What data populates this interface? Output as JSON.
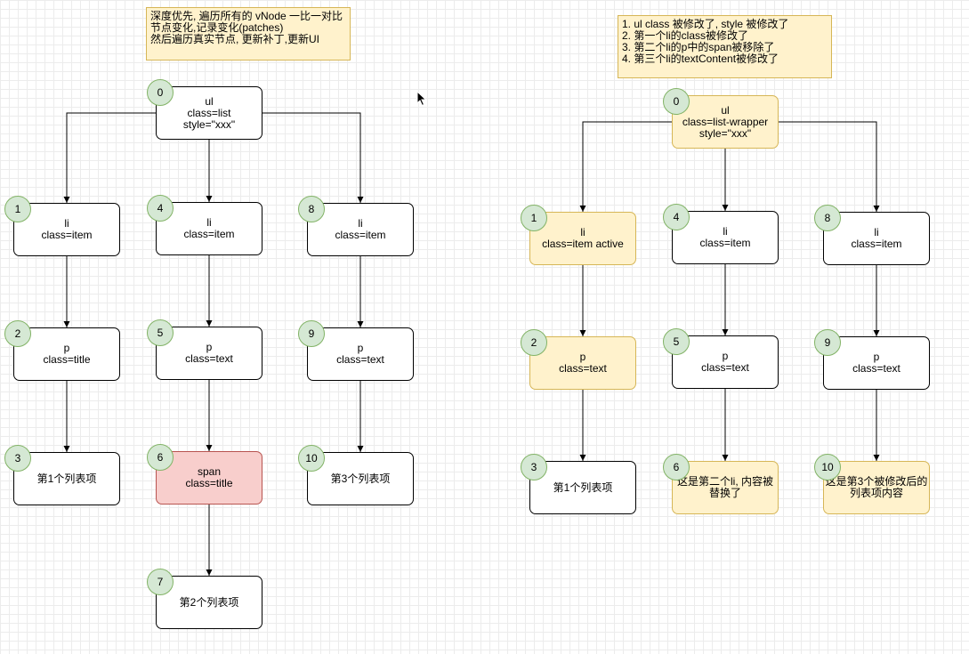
{
  "notes": {
    "left": [
      "深度优先, 遍历所有的 vNode 一比一对比",
      "节点变化,记录变化(patches)",
      "然后遍历真实节点, 更新补丁,更新UI"
    ],
    "right": [
      "1. ul class 被修改了, style 被修改了",
      "2. 第一个li的class被修改了",
      "3. 第二个li的p中的span被移除了",
      "4. 第三个li的textContent被修改了"
    ]
  },
  "colors": {
    "badge_fill": "#d5e8d4",
    "badge_stroke": "#82b366",
    "modified_fill": "#fff2cc",
    "modified_stroke": "#d6b656",
    "removed_fill": "#f8cecc",
    "removed_stroke": "#b85450"
  },
  "left_tree": {
    "ul": {
      "badge": "0",
      "lines": [
        "ul",
        "class=list",
        "style=\"xxx\""
      ]
    },
    "li1": {
      "badge": "1",
      "lines": [
        "li",
        "class=item"
      ]
    },
    "p1": {
      "badge": "2",
      "lines": [
        "p",
        "class=title"
      ]
    },
    "t1": {
      "badge": "3",
      "lines": [
        "第1个列表项"
      ]
    },
    "li2": {
      "badge": "4",
      "lines": [
        "li",
        "class=item"
      ]
    },
    "p2": {
      "badge": "5",
      "lines": [
        "p",
        "class=text"
      ]
    },
    "span2": {
      "badge": "6",
      "lines": [
        "span",
        "class=title"
      ]
    },
    "t2": {
      "badge": "7",
      "lines": [
        "第2个列表项"
      ]
    },
    "li3": {
      "badge": "8",
      "lines": [
        "li",
        "class=item"
      ]
    },
    "p3": {
      "badge": "9",
      "lines": [
        "p",
        "class=text"
      ]
    },
    "t3": {
      "badge": "10",
      "lines": [
        "第3个列表项"
      ]
    }
  },
  "right_tree": {
    "ul": {
      "badge": "0",
      "lines": [
        "ul",
        "class=list-wrapper",
        "style=\"xxx\""
      ]
    },
    "li1": {
      "badge": "1",
      "lines": [
        "li",
        "class=item active"
      ]
    },
    "p1": {
      "badge": "2",
      "lines": [
        "p",
        "class=text"
      ]
    },
    "t1": {
      "badge": "3",
      "lines": [
        "第1个列表项"
      ]
    },
    "li2": {
      "badge": "4",
      "lines": [
        "li",
        "class=item"
      ]
    },
    "p2": {
      "badge": "5",
      "lines": [
        "p",
        "class=text"
      ]
    },
    "t2": {
      "badge": "6",
      "lines": [
        "这是第二个li, 内容被",
        "替换了"
      ]
    },
    "li3": {
      "badge": "8",
      "lines": [
        "li",
        "class=item"
      ]
    },
    "p3": {
      "badge": "9",
      "lines": [
        "p",
        "class=text"
      ]
    },
    "t3": {
      "badge": "10",
      "lines": [
        "这是第3个被修改后的",
        "列表项内容"
      ]
    }
  }
}
